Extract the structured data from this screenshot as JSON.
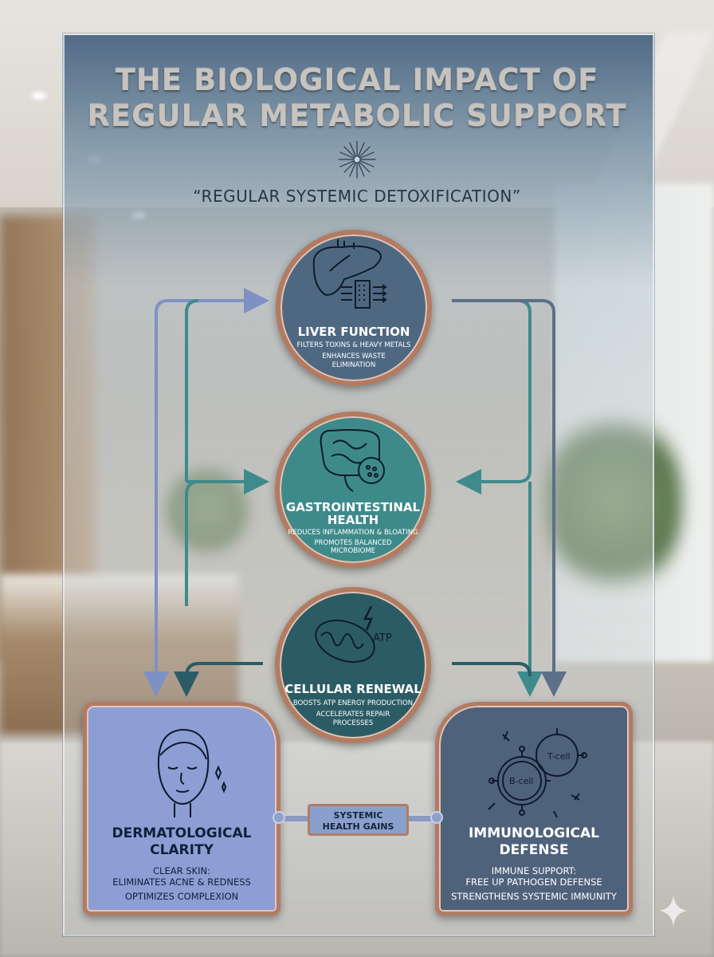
{
  "title_line1": "THE BIOLOGICAL IMPACT OF",
  "title_line2": "REGULAR METABOLIC SUPPORT",
  "quote": "“REGULAR SYSTEMIC DETOXIFICATION”",
  "nodes": {
    "liver": {
      "title": "LIVER FUNCTION",
      "lines": [
        "FILTERS TOXINS & HEAVY METALS",
        "ENHANCES WASTE",
        "ELIMINATION"
      ],
      "icon": "liver-filter-icon"
    },
    "gut": {
      "title_line1": "GASTROINTESTINAL",
      "title_line2": "HEALTH",
      "lines": [
        "REDUCES INFLAMMATION & BLOATING",
        "PROMOTES BALANCED",
        "MICROBIOME"
      ],
      "icon": "intestine-icon"
    },
    "cell": {
      "title": "CELLULAR RENEWAL",
      "lines": [
        "BOOSTS ATP ENERGY PRODUCTION",
        "ACCELERATES REPAIR",
        "PROCESSES"
      ],
      "icon_label": "ATP",
      "icon": "mitochondria-icon"
    }
  },
  "cards": {
    "derm": {
      "title_line1": "DERMATOLOGICAL",
      "title_line2": "CLARITY",
      "lines": [
        "CLEAR SKIN:",
        "ELIMINATES ACNE & REDNESS",
        "OPTIMIZES COMPLEXION"
      ],
      "icon": "face-icon"
    },
    "immune": {
      "title_line1": "IMMUNOLOGICAL",
      "title_line2": "DEFENSE",
      "lines": [
        "IMMUNE SUPPORT:",
        "FREE UP PATHOGEN DEFENSE",
        "STRENGTHENS SYSTEMIC IMMUNITY"
      ],
      "icon": "immune-cells-icon",
      "cell_labels": [
        "T-cell",
        "B-cell"
      ]
    }
  },
  "hub": {
    "line1": "SYSTEMIC",
    "line2": "HEALTH GAINS"
  },
  "colors": {
    "copper": "#b07c65",
    "liver": "#4f6882",
    "gut": "#3e8a8b",
    "cell": "#2b5c66",
    "derm": "#8c9ed4",
    "immune": "#4f627c"
  }
}
